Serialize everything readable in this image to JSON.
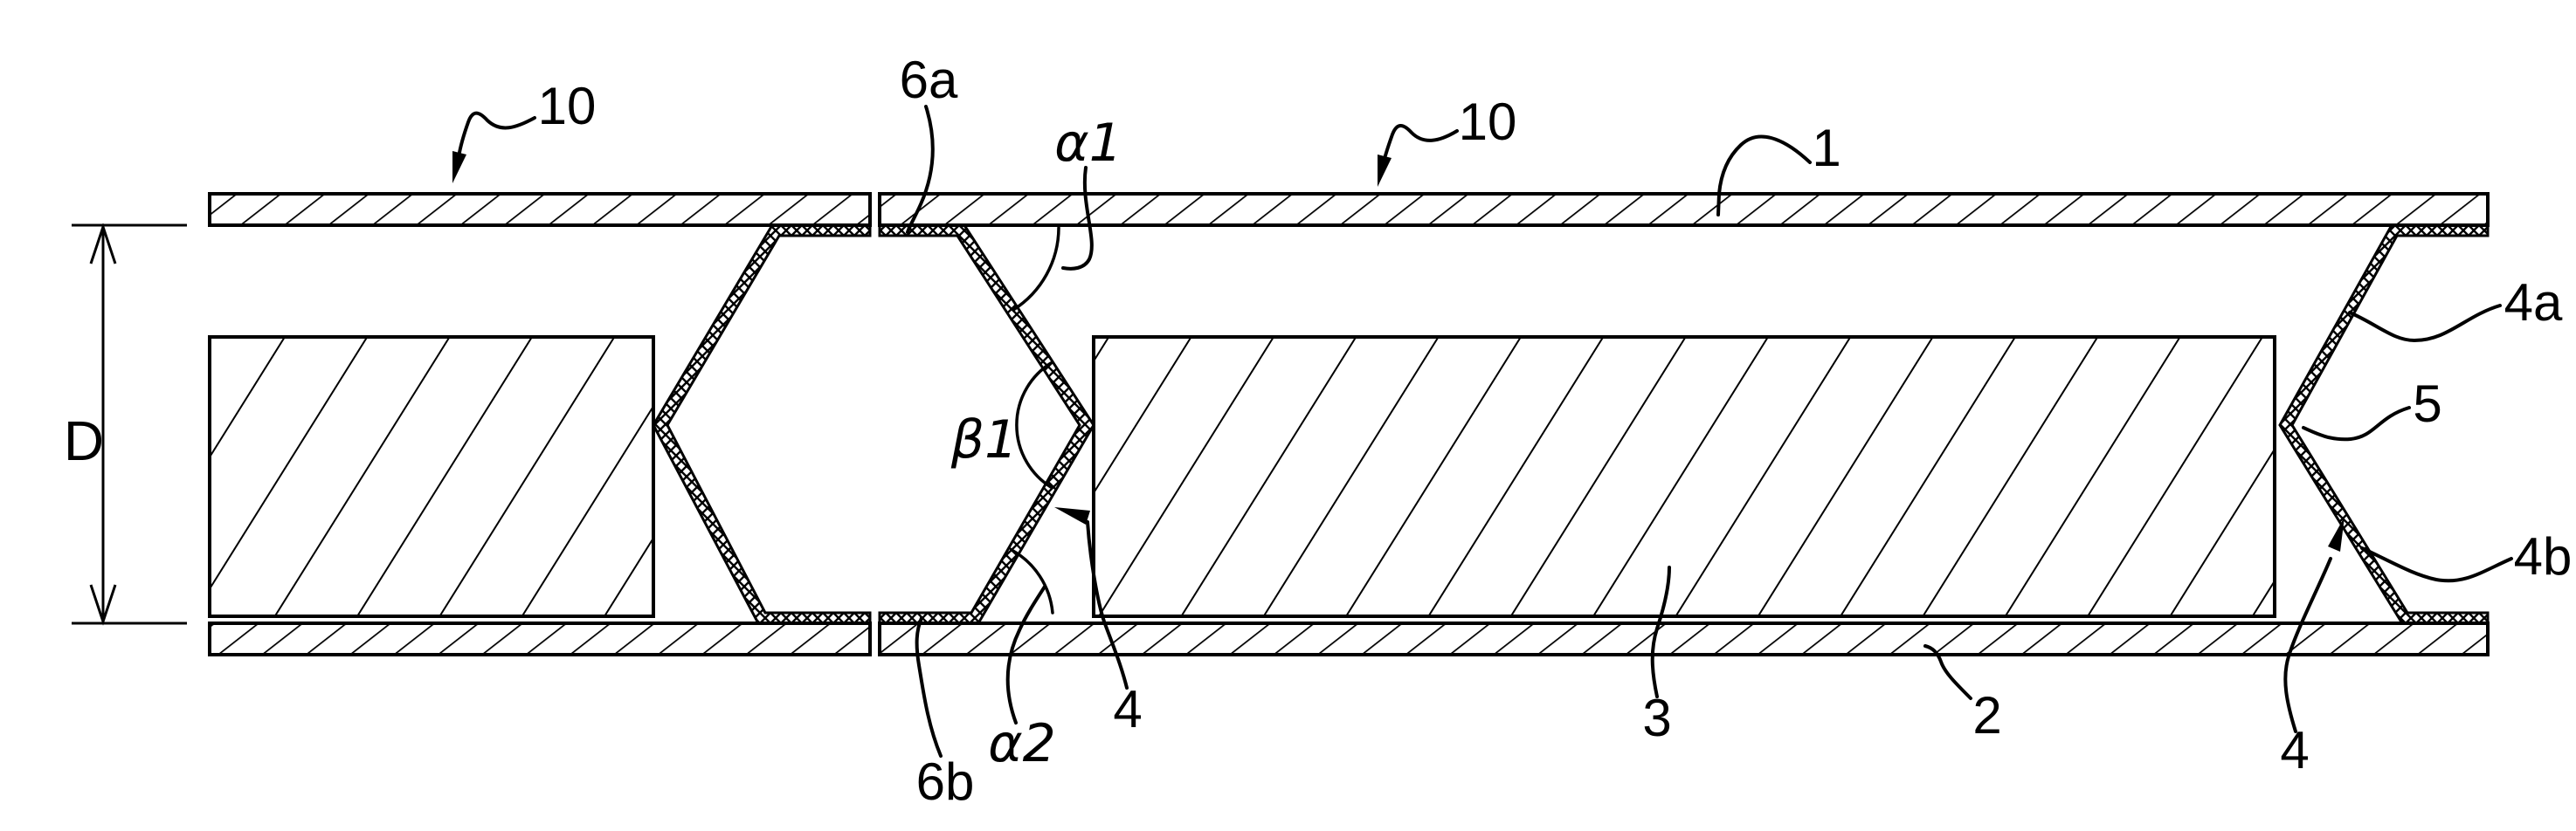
{
  "figure": {
    "type": "patent-cross-section-diagram",
    "background_color": "#ffffff",
    "line_color": "#000000",
    "labels": [
      {
        "id": "panel-left",
        "text": "10",
        "target": "left panel unit (arrow to top plate)"
      },
      {
        "id": "upper-flange",
        "text": "6a",
        "target": "flange strip under top plate at gap"
      },
      {
        "id": "upper-angle",
        "text": "α1",
        "target": "angle between top plate and inclined wall"
      },
      {
        "id": "panel-right",
        "text": "10",
        "target": "right panel unit (arrow to top plate)"
      },
      {
        "id": "top-plate",
        "text": "1",
        "target": "top face plate"
      },
      {
        "id": "upper-incline",
        "text": "4a",
        "target": "upper inclined spacer portion, right end"
      },
      {
        "id": "apex-point",
        "text": "5",
        "target": "apex of right-end spacer"
      },
      {
        "id": "lower-incline",
        "text": "4b",
        "target": "lower inclined spacer portion, right end"
      },
      {
        "id": "apex-angle",
        "text": "β1",
        "target": "angle at spacer apex in center cell"
      },
      {
        "id": "plate-distance",
        "text": "D",
        "target": "distance between inner faces of plates"
      },
      {
        "id": "lower-flange",
        "text": "6b",
        "target": "flange strip on bottom plate at gap"
      },
      {
        "id": "lower-angle",
        "text": "α2",
        "target": "angle between bottom plate and inclined wall"
      },
      {
        "id": "spacer-center",
        "text": "4",
        "target": "center spacer member (arrow to lower incline)"
      },
      {
        "id": "core",
        "text": "3",
        "target": "core filler block"
      },
      {
        "id": "bottom-plate",
        "text": "2",
        "target": "bottom face plate"
      },
      {
        "id": "spacer-right",
        "text": "4",
        "target": "right-end spacer member (arrow to lower incline)"
      }
    ]
  }
}
